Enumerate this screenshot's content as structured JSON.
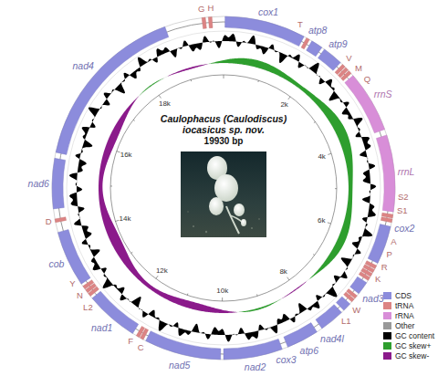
{
  "diagram": {
    "title": "Caulophacus (Caulodiscus) iocasicus sp. nov.",
    "labels": [
      "G",
      "H",
      "cox1",
      "T",
      "atp8",
      "atp9",
      "V",
      "M",
      "Q",
      "rrnS",
      "rrnL",
      "S2",
      "S1",
      "cox2",
      "A",
      "P",
      "R",
      "K",
      "nad3",
      "W",
      "L1",
      "nad4l",
      "atp6",
      "cox3",
      "nad2",
      "nad5",
      "C",
      "F",
      "nad1",
      "L2",
      "N",
      "Y",
      "cob",
      "D",
      "nad6",
      "nad4",
      "2k",
      "4k",
      "6k",
      "8k",
      "10k",
      "12k",
      "14k",
      "16k",
      "18k",
      "19930 bp"
    ],
    "legend": [
      {
        "text": "CDS",
        "color": "#8c8cdc"
      },
      {
        "text": "tRNA",
        "color": "#dc8484"
      },
      {
        "text": "rRNA",
        "color": "#d88ed8"
      },
      {
        "text": "Other",
        "color": "#999999"
      },
      {
        "text": "GC content",
        "color": "#000000"
      },
      {
        "text": "GC skew+",
        "color": "#2e9e2e"
      },
      {
        "text": "GC skew-",
        "color": "#8b1a8b"
      }
    ]
  }
}
